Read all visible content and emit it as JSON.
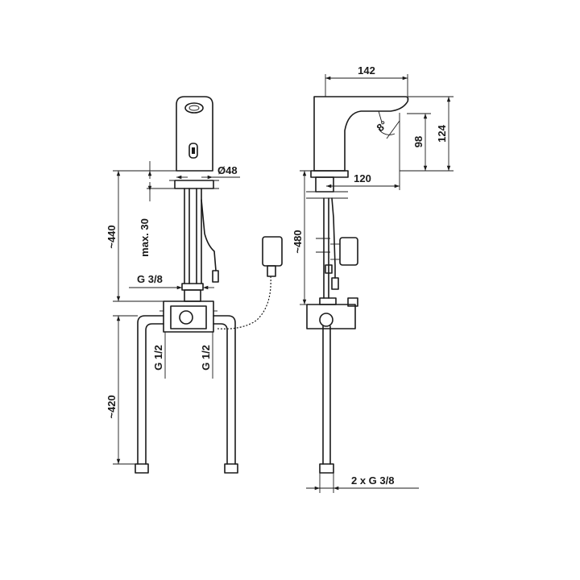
{
  "dimensions": {
    "d_48": "Ø48",
    "d_440": "~440",
    "d_max30": "max. 30",
    "d_g38": "G 3/8",
    "d_g12_left": "G 1/2",
    "d_g12_right": "G 1/2",
    "d_420": "~420",
    "d_142": "142",
    "d_8deg": "8°",
    "d_98": "98",
    "d_124": "124",
    "d_120": "120",
    "d_480": "~480",
    "d_2xg38": "2 x G 3/8"
  }
}
